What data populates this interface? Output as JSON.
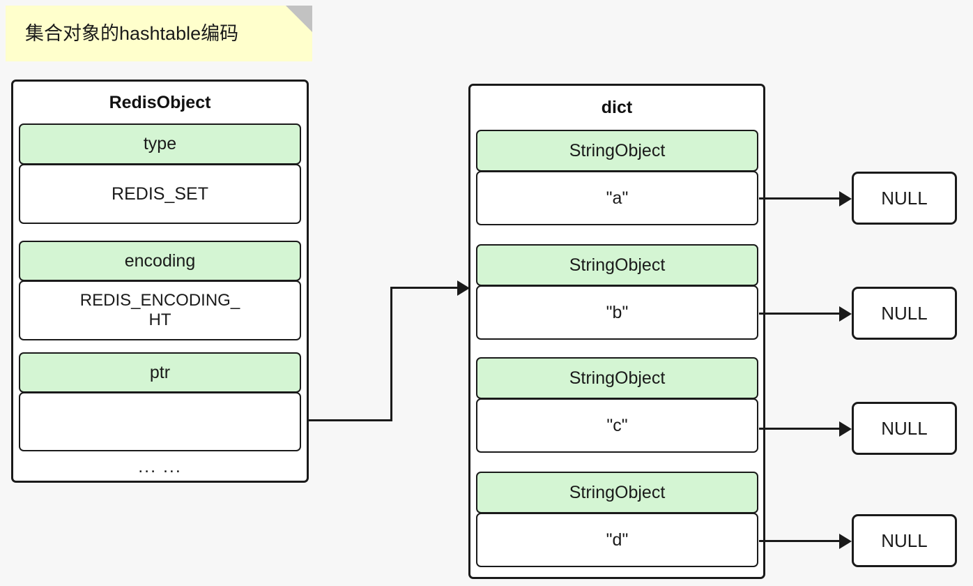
{
  "note": {
    "text": "集合对象的hashtable编码",
    "background": "#ffffcc",
    "fold_color": "#c2c2c2"
  },
  "colors": {
    "background": "#f7f7f7",
    "stroke": "#1a1a1a",
    "field_header": "#d4f5d3",
    "field_value": "#ffffff"
  },
  "redis_object": {
    "title": "RedisObject",
    "fields": [
      {
        "name": "type",
        "value": "REDIS_SET"
      },
      {
        "name": "encoding",
        "value": "REDIS_ENCODING_\nHT"
      },
      {
        "name": "ptr",
        "value": ""
      }
    ],
    "more": "... ..."
  },
  "dict": {
    "title": "dict",
    "entries": [
      {
        "type_label": "StringObject",
        "value": "\"a\"",
        "points_to": "NULL"
      },
      {
        "type_label": "StringObject",
        "value": "\"b\"",
        "points_to": "NULL"
      },
      {
        "type_label": "StringObject",
        "value": "\"c\"",
        "points_to": "NULL"
      },
      {
        "type_label": "StringObject",
        "value": "\"d\"",
        "points_to": "NULL"
      }
    ]
  },
  "null_boxes": [
    {
      "label": "NULL"
    },
    {
      "label": "NULL"
    },
    {
      "label": "NULL"
    },
    {
      "label": "NULL"
    }
  ]
}
